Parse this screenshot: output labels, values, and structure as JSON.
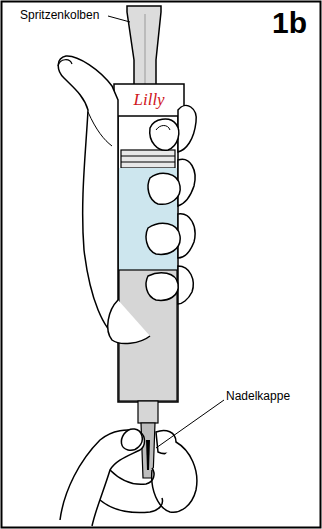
{
  "diagram": {
    "labels": [
      "Spritzenkolben",
      "1b",
      "Lilly",
      "Nadelkappe"
    ]
  }
}
